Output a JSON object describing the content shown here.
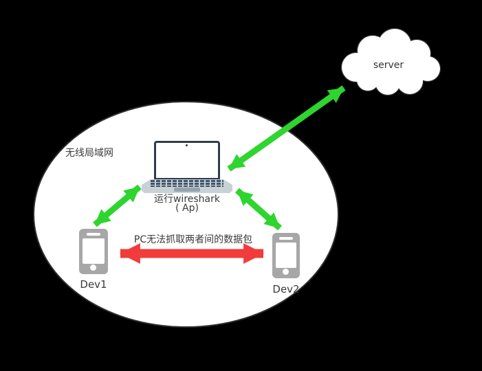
{
  "colors": {
    "background": "#000000",
    "green": "#2ed52e",
    "red": "#f23b3b",
    "outline": "#2f2f2f",
    "shape-fill": "#ffffff",
    "text": "#3a3a3a",
    "laptop-bezel": "#2e3c4e",
    "laptop-base": "#c8d1d6",
    "laptop-keys": "#41546a",
    "laptop-trackpad": "#95a3ad",
    "phone-body": "#a7a7a7",
    "phone-detail": "#ffffff"
  },
  "wlan": {
    "label": "无线局域网"
  },
  "server": {
    "label": "server"
  },
  "ap": {
    "caption_line1": "运行wireshark",
    "caption_line2": "( Ap)"
  },
  "dev1": {
    "label": "Dev1"
  },
  "dev2": {
    "label": "Dev2"
  },
  "blocked_link": {
    "caption": "PC无法抓取两者间的数据包"
  }
}
